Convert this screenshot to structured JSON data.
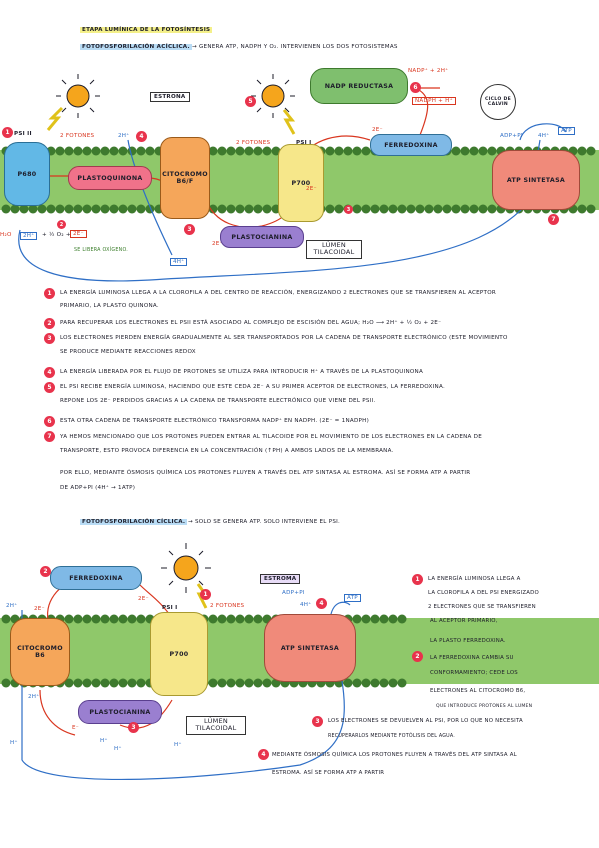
{
  "title": "ETAPA LUMÍNICA DE LA FOTOSÍNTESIS",
  "section1": {
    "heading": "FOTOFOSFORILACIÓN ACÍCLICA.",
    "heading_note": "→ GENERA ATP, NADPH y O₂. INTERVIENEN LOS DOS FOTOSISTEMAS",
    "labels": {
      "estroma": "ESTRONA",
      "nadp_reductasa": "NADP REDUCTASA",
      "nadp_plus": "NADP⁺ + 2H⁺",
      "nadph": "NADPH + H⁺",
      "ciclo_calvin": "CICLO DE CALVIN",
      "ferredoxina": "FERREDOXINA",
      "adp_pi": "ADP+Pi",
      "h4": "4H⁺",
      "atp": "ATP",
      "psii": "PSI II",
      "dos_fotones_a": "2 FOTONES",
      "p680": "P680",
      "h2_top": "2H⁺",
      "plastoquinona": "PLASTOQUINONA",
      "citocromo": "CITOCROMO B6/F",
      "dos_fotones_b": "2 FOTONES",
      "psi": "PSI I",
      "p700": "P700",
      "e2_a": "2e⁻",
      "e2_b": "2e⁻",
      "e2_c": "2e⁻",
      "atp_sintetasa": "ATP SINTETASA",
      "h2o": "H₂O",
      "h2_bottom": "2H⁺",
      "half_o2": "+ ½ O₂ +",
      "e2_d": "2e⁻",
      "se_libera": "SE LIBERA OXÍGENO.",
      "plastocianina": "PLASTOCIANINA",
      "lumen": "LÚMEN TILACOIDAL",
      "h4_bottom": "4H⁺",
      "e2_e": "2e⁻"
    },
    "notes": [
      {
        "n": "1",
        "lines": [
          "LA ENERGÍA LUMINOSA LLEGA A LA CLOROFILA A DEL CENTRO DE REACCIÓN, ENERGIZANDO 2 ELECTRONES QUE SE TRANSFIEREN AL ACEPTOR",
          "PRIMARIO, LA PLASTO QUINONA."
        ]
      },
      {
        "n": "2",
        "lines": [
          "PARA RECUPERAR LOS ELECTRONES EL PSII ESTÁ ASOCIADO AL COMPLEJO DE ESCISIÓN DEL AGUA; H₂O ⟶ 2H⁺ + ½ O₂ + 2e⁻"
        ]
      },
      {
        "n": "3",
        "lines": [
          "LOS ELECTRONES PIERDEN ENERGÍA GRADUALMENTE AL SER TRANSPORTADOS POR LA CADENA DE TRANSPORTE ELECTRÓNICO (ESTE MOVIMIENTO",
          "SE PRODUCE MEDIANTE REACCIONES REDOX"
        ]
      },
      {
        "n": "4",
        "lines": [
          "LA ENERGÍA LIBERADA POR EL FLUJO DE PROTONES SE UTILIZA PARA INTRODUCIR H⁺ A TRAVÉS DE LA PLASTOQUINONA"
        ]
      },
      {
        "n": "5",
        "lines": [
          "EL PSI RECIBE ENERGÍA LUMINOSA, HACIENDO QUE ESTE CEDA 2e⁻ A SU PRIMER ACEPTOR DE ELECTRONES, LA FERREDOXINA.",
          "REPONE LOS 2e⁻ PERDIDOS GRACIAS A LA CADENA DE TRANSPORTE ELECTRÓNICO QUE VIENE DEL PSII."
        ]
      },
      {
        "n": "6",
        "lines": [
          "ESTA OTRA CADENA DE TRANSPORTE ELECTRÓNICO TRANSFORMA NADP⁺ EN NADPH.   (2e⁻ = 1NADPH)"
        ]
      },
      {
        "n": "7",
        "lines": [
          "YA HEMOS MENCIONADO QUE LOS PROTONES PUEDEN ENTRAR AL TILACOIDE POR EL MOVIMIENTO DE LOS ELECTRONES EN LA CADENA DE",
          "TRANSPORTE, ESTO PROVOCA DIFERENCIA EN LA CONCENTRACIÓN (↑PH) A AMBOS LADOS DE LA MEMBRANA.",
          "POR ELLO, MEDIANTE ÓSMOSIS QUÍMICA LOS PROTONES FLUYEN A TRAVÉS DEL ATP SINTASA AL ESTROMA. ASÍ SE FORMA ATP A PARTIR",
          "DE ADP+Pi   (4H⁺ → 1ATP)"
        ]
      }
    ]
  },
  "section2": {
    "heading": "FOTOFOSFORILACIÓN CÍCLICA.",
    "heading_note": "→ SOLO SE GENERA ATP. SOLO INTERVIENE EL PSI.",
    "labels": {
      "ferredoxina": "FERREDOXINA",
      "estroma": "ESTROMA",
      "adp_pi": "ADP+Pi",
      "h4": "4H⁺",
      "atp": "ATP",
      "h2_left": "2H⁺",
      "e2_a": "2e⁻",
      "e2_b": "2e⁻",
      "psi": "PSI I",
      "dos_fotones": "2 FOTONES",
      "citocromo": "CITOCROMO B6",
      "p700": "P700",
      "atp_sintetasa": "ATP SINTETASA",
      "h2_lower": "2H⁺",
      "plastocianina": "PLASTOCIANINA",
      "e_minus": "e⁻",
      "lumen": "LÚMEN TILACOIDAL",
      "h_a": "H⁺",
      "h_b": "H⁺",
      "h_c": "H⁺",
      "h_d": "H⁺"
    },
    "side_notes": [
      {
        "n": "1",
        "lines": [
          "LA ENERGÍA LUMINOSA LLEGA A",
          "LA CLOROFILA A DEL PSI ENERGIZADO",
          "2 ELECTRONES QUE SE TRANSFIEREN",
          "AL ACEPTOR PRIMARIO,",
          "LA PLASTO FERREDOXINA."
        ]
      },
      {
        "n": "2",
        "lines": [
          "LA FERREDOXINA CAMBIA SU",
          "CONFORMAMIENTO; CEDE LOS",
          "ELECTRONES AL CITOCROMO B6,",
          "QUE INTRODUCE PROTONES AL LUMEN"
        ]
      },
      {
        "n": "3",
        "lines": [
          "LOS ELECTRONES SE DEVUELVEN AL PSI, POR LO QUE NO NECESITA",
          "RECUPERARLOS MEDIANTE FOTÓLISIS DEL AGUA."
        ]
      },
      {
        "n": "4",
        "lines": [
          "MEDIANTE ÓSMOSIS QUÍMICA LOS PROTONES FLUYEN A TRAVÉS DEL ATP SINTASA AL",
          "ESTROMA. ASÍ SE FORMA ATP A PARTIR"
        ]
      }
    ]
  },
  "colors": {
    "membrane": "#8fc86a",
    "membrane_head": "#3e7a2e",
    "arrow_red": "#d9361f",
    "arrow_blue": "#2f6fc6",
    "badge": "#e8334c",
    "psii": "#62b8e6",
    "plastoquinona": "#f0728a",
    "citocromo": "#f5a65a",
    "psi": "#f6e78a",
    "plastocianina": "#9a7fd0",
    "ferredoxina": "#7fb9e6",
    "nadp_reductasa": "#7fbf6e",
    "atp_sintetasa": "#f08a7a",
    "sun": "#f5a51c"
  }
}
